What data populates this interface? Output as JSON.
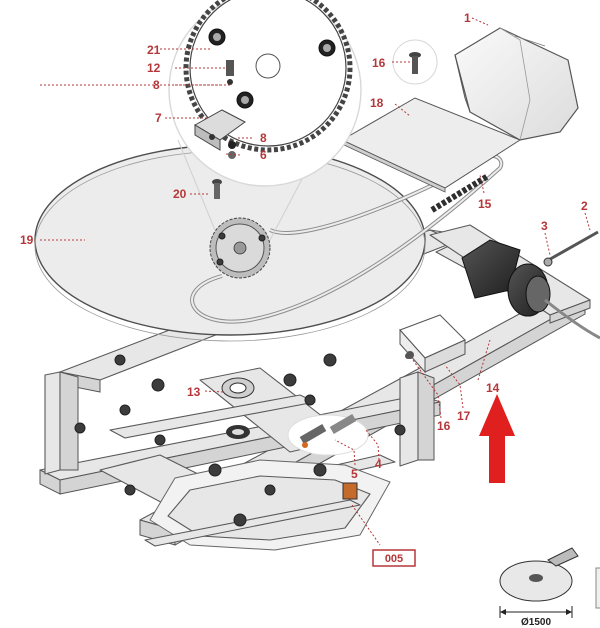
{
  "callouts": {
    "c1": "1",
    "c2": "2",
    "c3": "3",
    "c4": "4",
    "c5": "5",
    "c6": "6",
    "c7": "7",
    "c8a": "8",
    "c8b": "8",
    "c12": "12",
    "c13": "13",
    "c14": "14",
    "c15": "15",
    "c16a": "16",
    "c16b": "16",
    "c17": "17",
    "c18": "18",
    "c19": "19",
    "c20": "20",
    "c21": "21"
  },
  "badge": {
    "label": "005"
  },
  "thumbnail": {
    "dimension": "Ø1500"
  },
  "colors": {
    "callout": "#b5373a",
    "arrow": "#e0201e",
    "badge_border": "#b5373a"
  }
}
